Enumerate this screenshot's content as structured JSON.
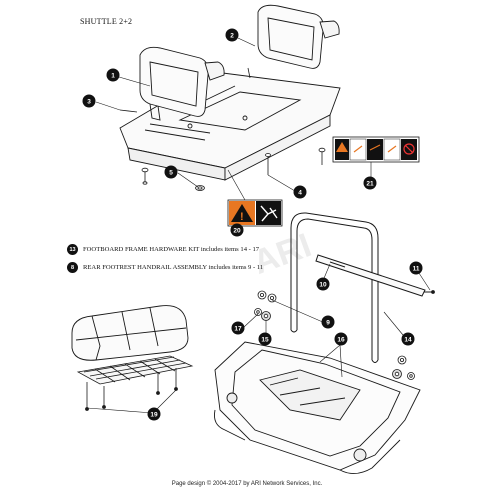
{
  "diagram": {
    "title": "SHUTTLE 2+2",
    "watermark": "ARI",
    "notes": [
      {
        "number": "13",
        "text": "FOOTBOARD FRAME HARDWARE KIT includes items 14 - 17"
      },
      {
        "number": "8",
        "text": "REAR FOOTREST HANDRAIL ASSEMBLY includes items 9 - 11"
      }
    ],
    "callouts": [
      {
        "number": "1"
      },
      {
        "number": "2"
      },
      {
        "number": "3"
      },
      {
        "number": "4"
      },
      {
        "number": "5"
      },
      {
        "number": "9"
      },
      {
        "number": "10"
      },
      {
        "number": "11"
      },
      {
        "number": "14"
      },
      {
        "number": "15"
      },
      {
        "number": "16"
      },
      {
        "number": "17"
      },
      {
        "number": "19"
      },
      {
        "number": "20"
      },
      {
        "number": "21"
      }
    ],
    "footer": "Page design © 2004-2017 by ARI Network Services, Inc."
  },
  "colors": {
    "line": "#1a1a1a",
    "badge": "#111111",
    "warning_orange": "#e87722",
    "watermark": "#e6e6e6"
  }
}
